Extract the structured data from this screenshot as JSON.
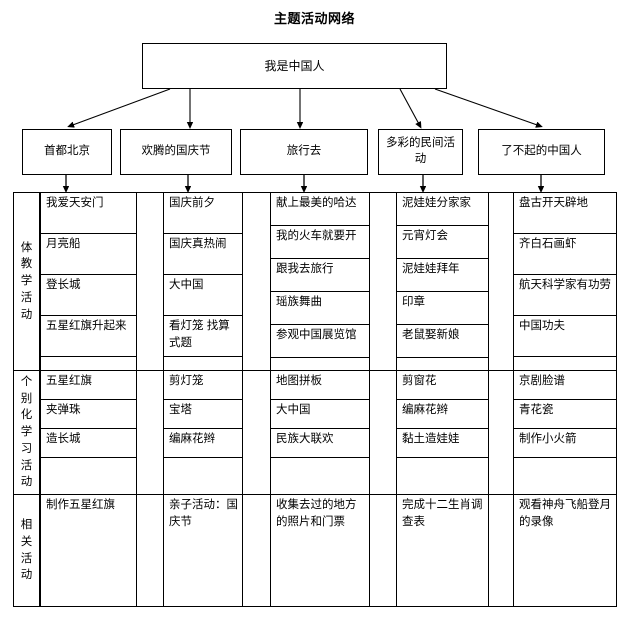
{
  "title": "主题活动网络",
  "root": {
    "label": "我是中国人"
  },
  "branches": [
    {
      "label": "首都北京"
    },
    {
      "label": "欢腾的国庆节"
    },
    {
      "label": "旅行去"
    },
    {
      "label": "多彩的民间活动"
    },
    {
      "label": "了不起的中国人"
    }
  ],
  "row_labels": [
    "体教学活动",
    "个别化学习活动",
    "相关活动"
  ],
  "matrix": [
    {
      "row": "体教学活动",
      "columns": [
        [
          "我爱天安门",
          "月亮船",
          "登长城",
          "五星红旗升起来"
        ],
        [
          "国庆前夕",
          "国庆真热闹",
          "大中国",
          "看灯笼 找算式题"
        ],
        [
          "献上最美的哈达",
          "我的火车就要开",
          "跟我去旅行",
          "瑶族舞曲",
          "参观中国展览馆"
        ],
        [
          "泥娃娃分家家",
          "元宵灯会",
          "泥娃娃拜年",
          "印章",
          "老鼠娶新娘"
        ],
        [
          "盘古开天辟地",
          "齐白石画虾",
          "航天科学家有功劳",
          "中国功夫"
        ]
      ]
    },
    {
      "row": "个别化学习活动",
      "columns": [
        [
          "五星红旗",
          "夹弹珠",
          "造长城"
        ],
        [
          "剪灯笼",
          "宝塔",
          "编麻花辫"
        ],
        [
          "地图拼板",
          "大中国",
          "民族大联欢"
        ],
        [
          "剪窗花",
          "编麻花辫",
          "黏土造娃娃"
        ],
        [
          "京剧脸谱",
          "青花瓷",
          "制作小火箭"
        ]
      ]
    },
    {
      "row": "相关活动",
      "columns": [
        [
          "制作五星红旗"
        ],
        [
          "亲子活动：国庆节"
        ],
        [
          "收集去过的地方的照片和门票"
        ],
        [
          "完成十二生肖调查表"
        ],
        [
          "观看神舟飞船登月的录像"
        ]
      ]
    }
  ],
  "colors": {
    "line": "#000000",
    "background": "#ffffff",
    "text": "#000000"
  }
}
